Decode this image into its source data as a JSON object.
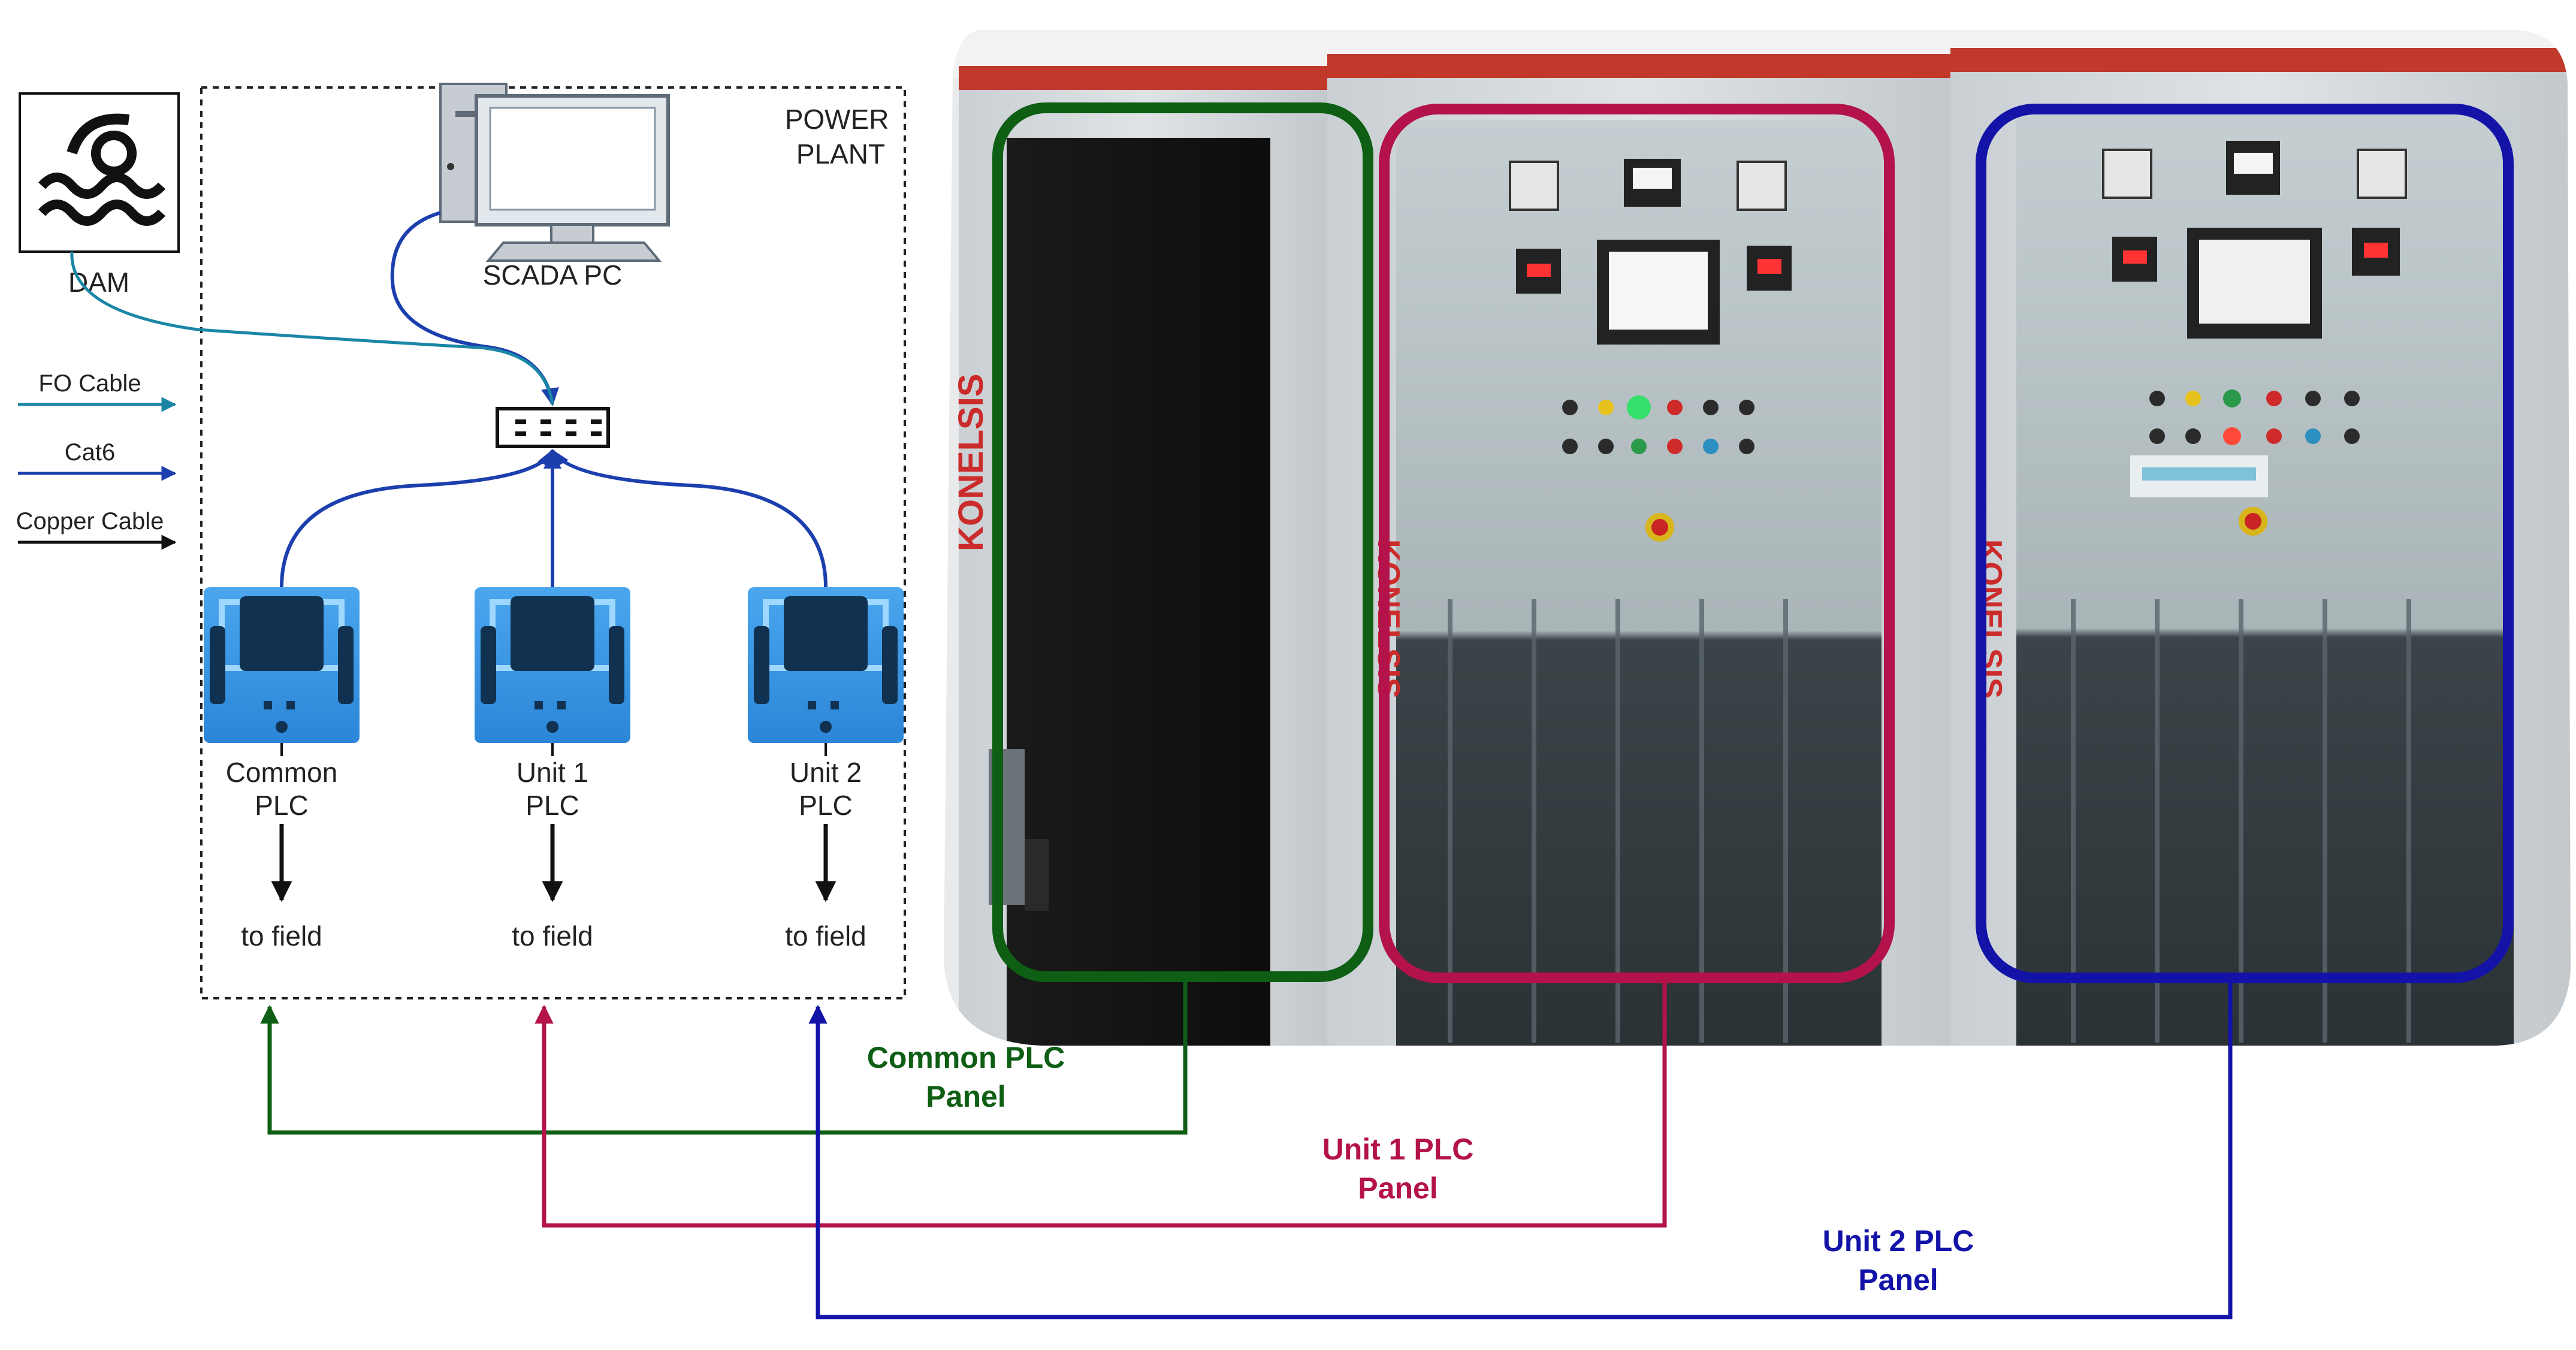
{
  "diagram": {
    "boundary_label": [
      "POWER",
      "PLANT"
    ],
    "dam_label": "DAM",
    "scada_label": "SCADA PC",
    "plcs": [
      {
        "lines": [
          "Common",
          "PLC"
        ],
        "field": "to field"
      },
      {
        "lines": [
          "Unit 1",
          "PLC"
        ],
        "field": "to field"
      },
      {
        "lines": [
          "Unit 2",
          "PLC"
        ],
        "field": "to field"
      }
    ],
    "legend": [
      {
        "label": "FO Cable",
        "color": "#1a86a6"
      },
      {
        "label": "Cat6",
        "color": "#1c3fae"
      },
      {
        "label": "Copper Cable",
        "color": "#111111"
      }
    ],
    "panels": [
      {
        "lines": [
          "Common PLC",
          "Panel"
        ],
        "color": "#0e5e14"
      },
      {
        "lines": [
          "Unit 1 PLC",
          "Panel"
        ],
        "color": "#b3124a"
      },
      {
        "lines": [
          "Unit 2 PLC",
          "Panel"
        ],
        "color": "#1313a8"
      }
    ],
    "cabinet_brand": "KONELSIS"
  }
}
